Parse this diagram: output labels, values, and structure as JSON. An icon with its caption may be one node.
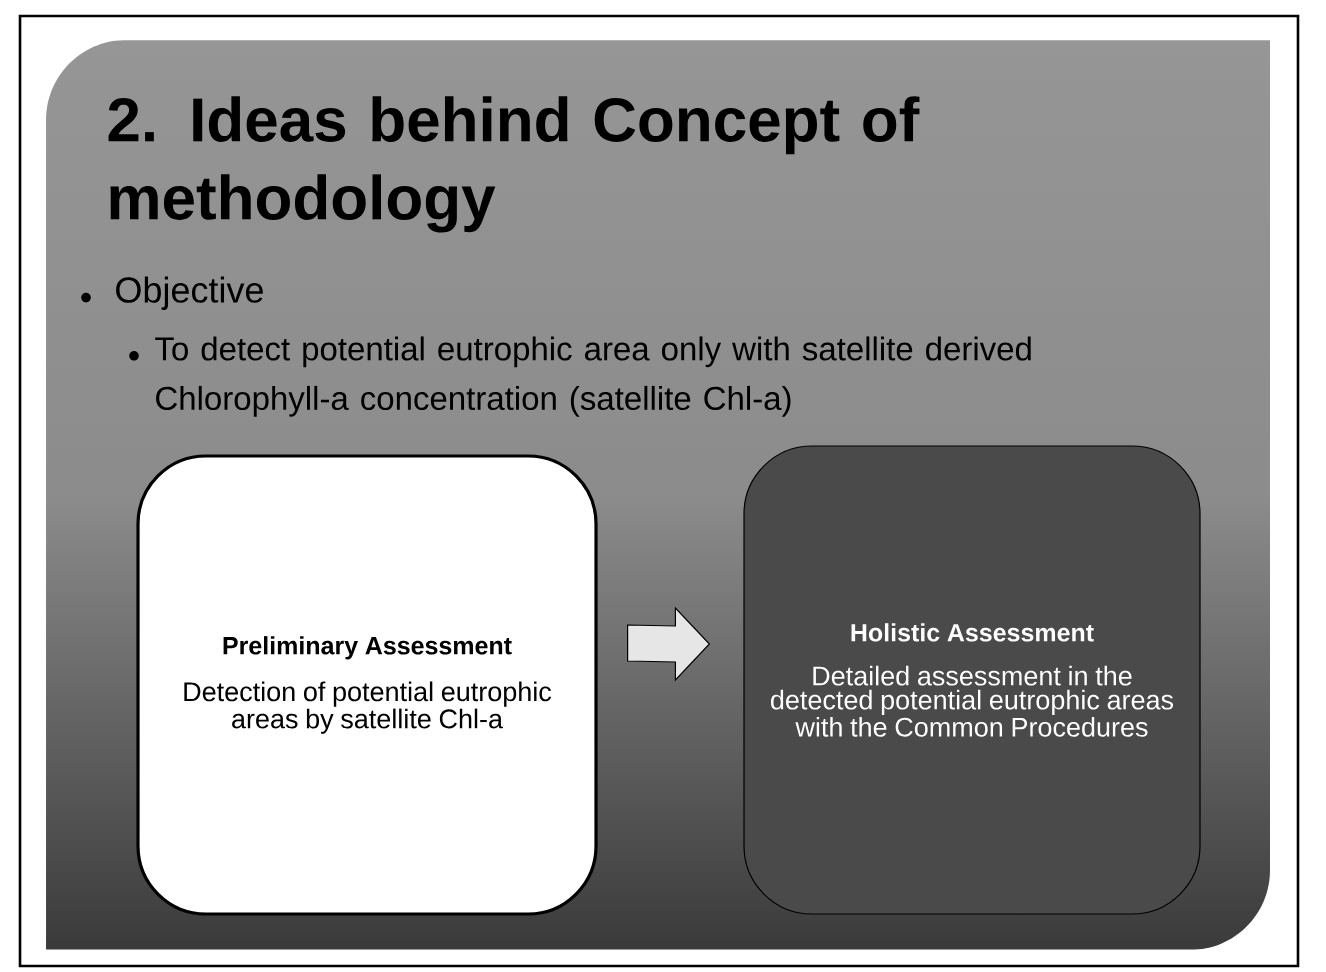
{
  "diagram": {
    "title": "2. Ideas behind Concept of methodology",
    "nodes": [
      {
        "text": [
          "Preliminary Assessment",
          "Detection of potential eutrophic areas by satellite Chl-a"
        ]
      },
      {
        "text": [
          "Holistic Assessment",
          "Detailed assessment in the detected potential eutrophic areas with the Common Procedures"
        ]
      }
    ],
    "edges": [
      {
        "from": 0,
        "to": 1,
        "arrow": "to"
      }
    ],
    "labels": [
      "Objective",
      "To detect potential eutrophic area only with satellite derived Chlorophyll-a concentration (satellite Chl-a)"
    ]
  }
}
